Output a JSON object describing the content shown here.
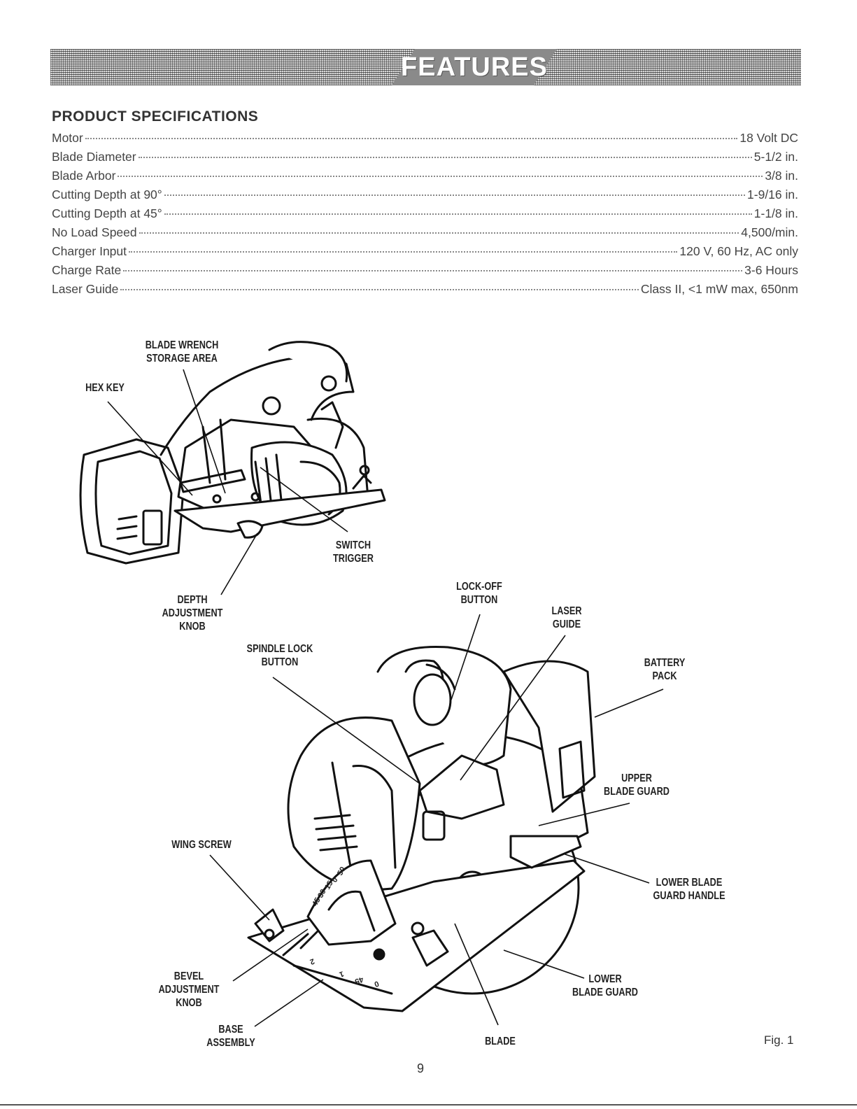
{
  "header": {
    "title": "FEATURES"
  },
  "specs": {
    "title": "PRODUCT SPECIFICATIONS",
    "rows": [
      {
        "label": "Motor",
        "value": "18 Volt DC"
      },
      {
        "label": "Blade Diameter",
        "value": "5-1/2 in."
      },
      {
        "label": "Blade Arbor",
        "value": "3/8 in."
      },
      {
        "label": "Cutting Depth at 90°",
        "value": "1-9/16 in."
      },
      {
        "label": "Cutting Depth at 45°",
        "value": "1-1/8 in."
      },
      {
        "label": "No Load Speed",
        "value": "4,500/min."
      },
      {
        "label": "Charger Input",
        "value": "120 V, 60 Hz, AC only"
      },
      {
        "label": "Charge Rate",
        "value": "3-6 Hours"
      },
      {
        "label": "Laser Guide",
        "value": "Class II, <1 mW max, 650nm"
      }
    ]
  },
  "figure": {
    "label": "Fig. 1",
    "callouts": {
      "blade_wrench": [
        "BLADE WRENCH",
        "STORAGE AREA"
      ],
      "hex_key": [
        "HEX KEY"
      ],
      "switch_trigger": [
        "SWITCH",
        "TRIGGER"
      ],
      "depth_knob": [
        "DEPTH",
        "ADJUSTMENT",
        "KNOB"
      ],
      "lock_off": [
        "LOCK-OFF",
        "BUTTON"
      ],
      "laser_guide": [
        "LASER",
        "GUIDE"
      ],
      "spindle_lock": [
        "SPINDLE LOCK",
        "BUTTON"
      ],
      "battery_pack": [
        "BATTERY",
        "PACK"
      ],
      "upper_guard": [
        "UPPER",
        "BLADE GUARD"
      ],
      "wing_screw": [
        "WING SCREW"
      ],
      "lower_guard_handle": [
        "LOWER BLADE",
        "GUARD HANDLE"
      ],
      "bevel_knob": [
        "BEVEL",
        "ADJUSTMENT",
        "KNOB"
      ],
      "lower_guard": [
        "LOWER",
        "BLADE GUARD"
      ],
      "base": [
        "BASE",
        "ASSEMBLY"
      ],
      "blade": [
        "BLADE"
      ]
    },
    "bevel_scale": [
      "0",
      "15",
      "30",
      "45",
      "50"
    ],
    "base_scale": [
      "2",
      "1",
      "45",
      "0"
    ]
  },
  "footer": {
    "page_number": "9"
  }
}
